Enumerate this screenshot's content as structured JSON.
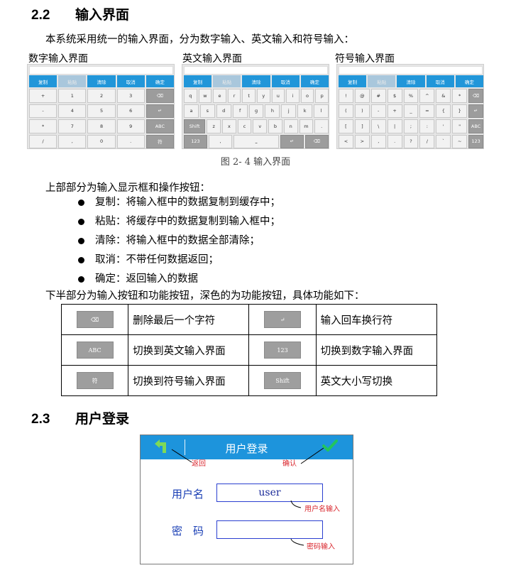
{
  "section_22": {
    "num": "2.2",
    "title": "输入界面"
  },
  "intro": "本系统采用统一的输入界面，分为数字输入、英文输入和符号输入：",
  "keyboards": {
    "numeric": {
      "title": "数字输入界面",
      "top": [
        "复制",
        "粘贴",
        "清除",
        "取消",
        "确定"
      ],
      "rows": [
        [
          "+",
          "1",
          "2",
          "3",
          "⌫"
        ],
        [
          "-",
          "4",
          "5",
          "6",
          "↵"
        ],
        [
          "*",
          "7",
          "8",
          "9",
          "ABC"
        ],
        [
          "/",
          ",",
          "0",
          ".",
          "符"
        ]
      ]
    },
    "english": {
      "title": "英文输入界面",
      "top": [
        "复制",
        "粘贴",
        "清除",
        "取消",
        "确定"
      ],
      "rows": [
        [
          "q",
          "w",
          "e",
          "r",
          "t",
          "y",
          "u",
          "i",
          "o",
          "p"
        ],
        [
          "a",
          "s",
          "d",
          "f",
          "g",
          "h",
          "j",
          "k",
          "l"
        ],
        [
          "Shift",
          "z",
          "x",
          "c",
          "v",
          "b",
          "n",
          "m",
          "."
        ],
        [
          "123",
          ",",
          "⎵",
          "↵",
          "⌫"
        ]
      ]
    },
    "symbol": {
      "title": "符号输入界面",
      "top": [
        "复制",
        "粘贴",
        "清除",
        "取消",
        "确定"
      ],
      "rows": [
        [
          "!",
          "@",
          "#",
          "$",
          "%",
          "^",
          "&",
          "*",
          "⌫"
        ],
        [
          "(",
          ")",
          "-",
          "+",
          "_",
          "=",
          "{",
          "}",
          "↵"
        ],
        [
          "[",
          "]",
          "\\",
          "|",
          ";",
          ":",
          "'",
          "\"",
          "ABC"
        ],
        [
          "<",
          ">",
          ",",
          ".",
          "?",
          "/",
          "`",
          "~",
          "123"
        ]
      ]
    }
  },
  "figure_caption": "图 2- 4 输入界面",
  "upper_intro": "上部部分为输入显示框和操作按钮：",
  "bullets": [
    "复制：将输入框中的数据复制到缓存中；",
    "粘贴：将缓存中的数据复制到输入框中；",
    "清除：将输入框中的数据全部清除；",
    "取消：不带任何数据返回；",
    "确定：返回输入的数据"
  ],
  "lower_intro": "下半部分为输入按钮和功能按钮，深色的为功能按钮，具体功能如下：",
  "function_table": [
    {
      "key": "⌫",
      "desc": "删除最后一个字符",
      "key2": "↵",
      "desc2": "输入回车换行符"
    },
    {
      "key": "ABC",
      "desc": "切换到英文输入界面",
      "key2": "123",
      "desc2": "切换到数字输入界面"
    },
    {
      "key": "符",
      "desc": "切换到符号输入界面",
      "key2": "Shift",
      "desc2": "英文大小写切换"
    }
  ],
  "section_23": {
    "num": "2.3",
    "title": "用户登录"
  },
  "login": {
    "title": "用户登录",
    "username_label": "用户名",
    "username_value": "user",
    "password_label": "密　码",
    "password_value": "",
    "ann_back": "返回",
    "ann_confirm": "确认",
    "ann_username": "用户名输入",
    "ann_password": "密码输入",
    "bar_color": "#1d94dc",
    "confirm_color": "#22c55e"
  }
}
